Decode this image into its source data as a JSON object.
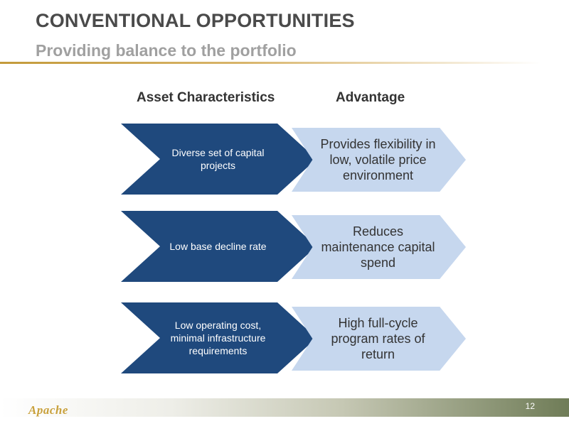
{
  "header": {
    "title": "CONVENTIONAL OPPORTUNITIES",
    "subtitle": "Providing balance to the portfolio"
  },
  "columns": {
    "left": "Asset Characteristics",
    "right": "Advantage"
  },
  "rows": [
    {
      "characteristic": "Diverse set of capital projects",
      "advantage": "Provides flexibility in low, volatile price environment"
    },
    {
      "characteristic": "Low base decline rate",
      "advantage": "Reduces maintenance capital spend"
    },
    {
      "characteristic": "Low operating cost, minimal infrastructure requirements",
      "advantage": "High full-cycle program rates of return"
    }
  ],
  "footer": {
    "logo_text": "Apache",
    "page_number": "12"
  },
  "colors": {
    "accent_gold": "#c39a3a",
    "chevron_dark": "#1f497d",
    "chevron_light": "#c6d7ee"
  }
}
